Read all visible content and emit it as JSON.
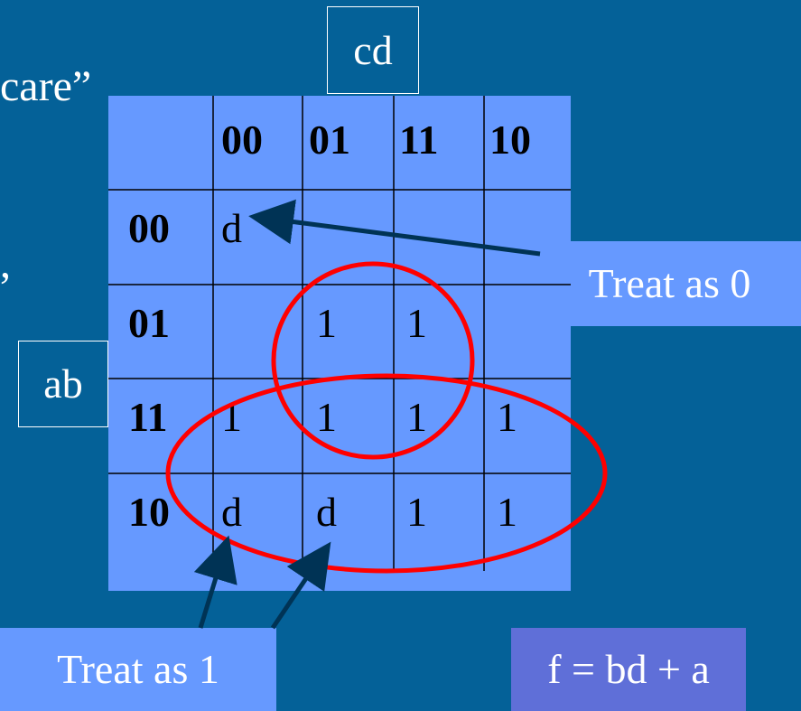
{
  "fragments": {
    "care": "care”",
    "comma": ","
  },
  "axes": {
    "col_var": "cd",
    "row_var": "ab"
  },
  "kmap": {
    "col_headers": [
      "00",
      "01",
      "11",
      "10"
    ],
    "row_headers": [
      "00",
      "01",
      "11",
      "10"
    ],
    "cells": [
      [
        "d",
        "",
        "",
        ""
      ],
      [
        "",
        "1",
        "1",
        ""
      ],
      [
        "1",
        "1",
        "1",
        "1"
      ],
      [
        "d",
        "d",
        "1",
        "1"
      ]
    ]
  },
  "callouts": {
    "treat_zero": "Treat as 0",
    "treat_one": "Treat as 1"
  },
  "formula": "f = bd + a",
  "colors": {
    "background": "#046198",
    "kmap_fill": "#6699ff",
    "formula_fill": "#5f6fd8",
    "grid_lines": "#000000",
    "group_circles": "#ff0000",
    "arrows": "#003355"
  }
}
